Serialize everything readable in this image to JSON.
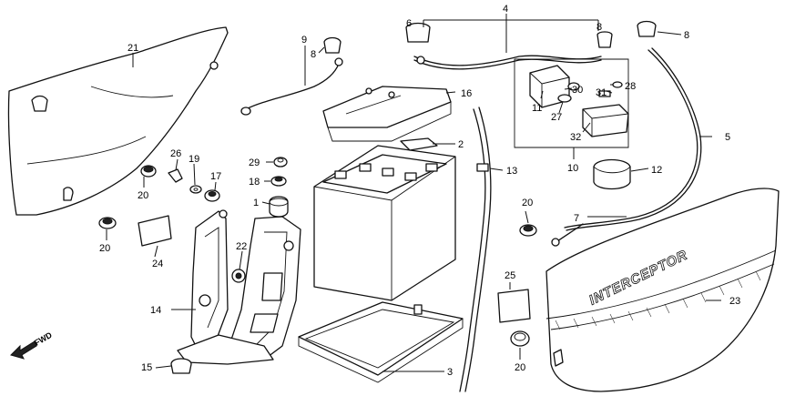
{
  "callouts": {
    "p1": "1",
    "p2": "2",
    "p3": "3",
    "p4": "4",
    "p5": "5",
    "p6": "6",
    "p7": "7",
    "p8a": "8",
    "p8b": "8",
    "p8c": "8",
    "p9": "9",
    "p10": "10",
    "p11": "11",
    "p12": "12",
    "p13": "13",
    "p14": "14",
    "p15": "15",
    "p16": "16",
    "p17": "17",
    "p18": "18",
    "p19": "19",
    "p20a": "20",
    "p20b": "20",
    "p20c": "20",
    "p20d": "20",
    "p21": "21",
    "p22": "22",
    "p23": "23",
    "p24": "24",
    "p25": "25",
    "p26": "26",
    "p27": "27",
    "p28": "28",
    "p29": "29",
    "p30": "30",
    "p31": "31",
    "p32": "32"
  },
  "fwd_label": "FWD",
  "cover_wordmark": "INTERCEPTOR"
}
